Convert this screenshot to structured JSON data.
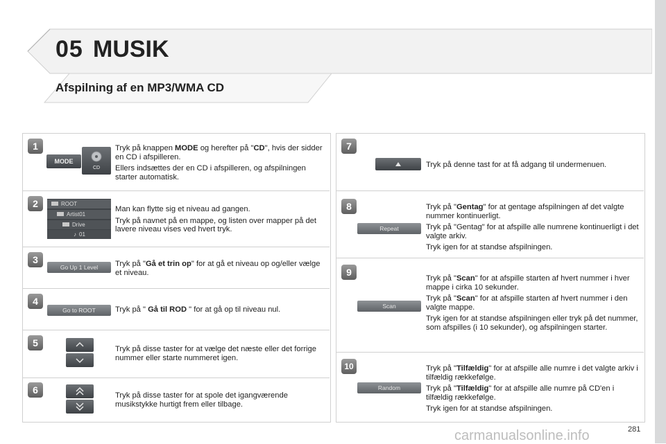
{
  "header": {
    "chapter_number": "05",
    "chapter_title": "MUSIK",
    "subtitle": "Afspilning af en MP3/WMA CD"
  },
  "steps": [
    {
      "number": "1",
      "button_labels": {
        "mode": "MODE",
        "cd": "CD"
      },
      "text": {
        "p1_pre": "Tryk på knappen ",
        "p1_b1": "MODE",
        "p1_mid": " og herefter på \"",
        "p1_b2": "CD",
        "p1_post": "\", hvis der sidder en CD i afspilleren.",
        "p2": "Ellers indsættes der en CD i afspilleren, og afspilningen starter automatisk."
      }
    },
    {
      "number": "2",
      "folder_list": [
        "ROOT",
        "Artist01",
        "Drive",
        "01"
      ],
      "text": {
        "p1": "Man kan flytte sig et niveau ad gangen.",
        "p2": "Tryk på navnet på en mappe, og listen over mapper på det lavere niveau vises ved hvert tryk."
      }
    },
    {
      "number": "3",
      "button_label": "Go Up 1 Level",
      "text": {
        "pre": "Tryk på \"",
        "b": "Gå et trin op",
        "post": "\" for at gå et niveau op og/eller vælge et niveau."
      }
    },
    {
      "number": "4",
      "button_label": "Go to ROOT",
      "text": {
        "pre": "Tryk på \" ",
        "b": "Gå til ROD",
        "post": " \" for at gå op til niveau nul."
      }
    },
    {
      "number": "5",
      "text": {
        "p1": "Tryk på disse taster for at vælge det næste eller det forrige nummer eller starte nummeret igen."
      }
    },
    {
      "number": "6",
      "text": {
        "p1": "Tryk på disse taster for at spole det igangværende musikstykke hurtigt frem eller tilbage."
      }
    },
    {
      "number": "7",
      "text": {
        "p1": "Tryk på denne tast for at få adgang til undermenuen."
      }
    },
    {
      "number": "8",
      "button_label": "Repeat",
      "text": {
        "p1_pre": "Tryk på \"",
        "p1_b": "Gentag",
        "p1_post": "\" for at gentage afspilningen af det valgte nummer kontinuerligt.",
        "p2": "Tryk på \"Gentag\" for at afspille alle numrene kontinuerligt i det valgte arkiv.",
        "p3": "Tryk igen for at standse afspilningen."
      }
    },
    {
      "number": "9",
      "button_label": "Scan",
      "text": {
        "p1_pre": "Tryk på \"",
        "p1_b": "Scan",
        "p1_post": "\" for at afspille starten af hvert nummer i hver mappe i cirka 10 sekunder.",
        "p2_pre": "Tryk på \"",
        "p2_b": "Scan",
        "p2_post": "\" for at afspille starten af hvert nummer i den valgte mappe.",
        "p3": "Tryk igen for at standse afspilningen eller tryk på det nummer, som afspilles (i 10 sekunder), og afspilningen starter."
      }
    },
    {
      "number": "10",
      "button_label": "Random",
      "text": {
        "p1_pre": "Tryk på \"",
        "p1_b": "Tilfældig",
        "p1_post": "\" for at afspille alle numre i det valgte arkiv i tilfældig rækkefølge.",
        "p2_pre": "Tryk på \"",
        "p2_b": "Tilfældig",
        "p2_post": "\" for at afspille alle numre på CD'en i tilfældig rækkefølge.",
        "p3": "Tryk igen for at standse afspilningen."
      }
    }
  ],
  "footer": {
    "page_number": "281",
    "watermark": "carmanualsonline.info"
  },
  "colors": {
    "badge": "#6e6e6e",
    "button": "#75797d",
    "border": "#d0d0d0",
    "strip": "#d9dadb"
  }
}
